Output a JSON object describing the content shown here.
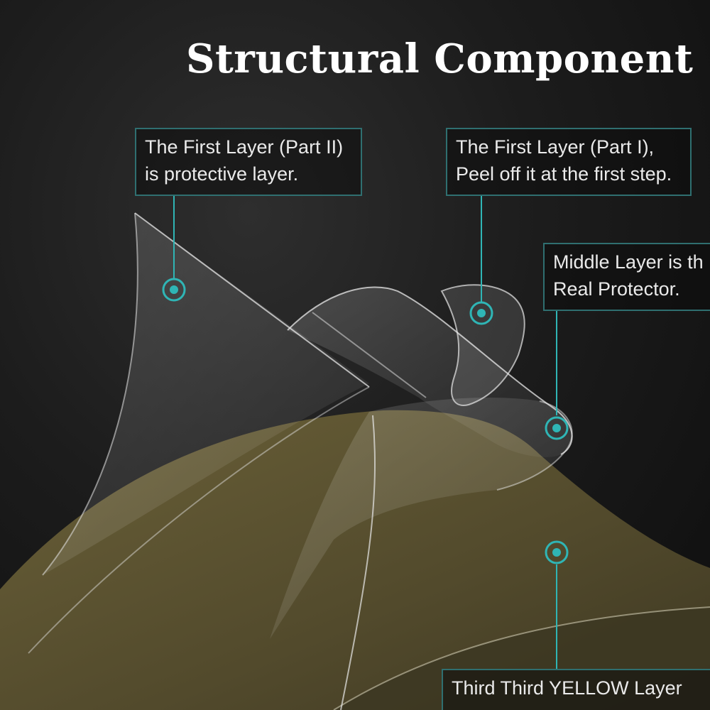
{
  "title": "Structural Component",
  "callouts": {
    "first_layer_part2": {
      "line1": "The First Layer (Part II)",
      "line2": "is protective layer."
    },
    "first_layer_part1": {
      "line1": "The First Layer (Part I),",
      "line2": "Peel off it at the first step."
    },
    "middle_layer": {
      "line1": "Middle Layer is th",
      "line2": "Real Protector."
    },
    "third_layer": {
      "line1": "Third Third YELLOW Layer",
      "line2": ""
    }
  },
  "colors": {
    "accent": "#2fb5b5",
    "callout_border": "#2f6f70",
    "yellow_layer": "#5b5332",
    "background": "#1c1c1c"
  },
  "icons": [
    "target-icon"
  ]
}
